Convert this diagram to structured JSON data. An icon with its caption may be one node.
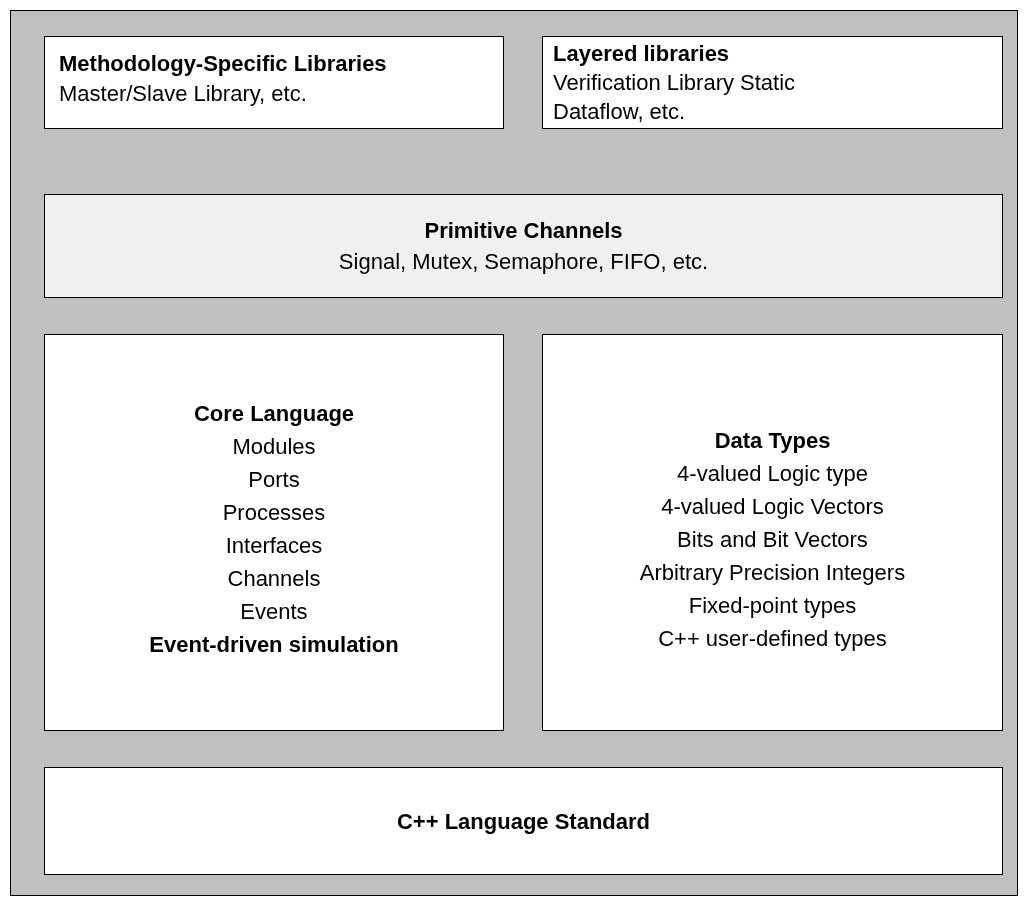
{
  "diagram": {
    "nodes": [
      {
        "text": [],
        "shape": "box"
      },
      {
        "text": [
          "Methodology-Specific Libraries",
          "Master/Slave Library, etc."
        ],
        "in": 0
      },
      {
        "text": [
          "Layered libraries",
          "Verification Library Static Dataflow, etc."
        ],
        "in": 0
      },
      {
        "text": [
          "Primitive Channels",
          "Signal, Mutex, Semaphore, FIFO, etc."
        ],
        "in": 0
      },
      {
        "text": [
          "Core Language",
          "Modules",
          "Ports",
          "Processes",
          "Interfaces",
          "Channels",
          "Events",
          "Event-driven simulation"
        ],
        "in": 0
      },
      {
        "text": [
          "Data Types",
          "4-valued Logic type",
          "4-valued Logic Vectors",
          "Bits and Bit Vectors",
          "Arbitrary Precision Integers",
          "Fixed-point types",
          "C++ user-defined types"
        ],
        "in": 0
      },
      {
        "text": [
          "C++ Language Standard"
        ],
        "in": 0
      }
    ]
  }
}
